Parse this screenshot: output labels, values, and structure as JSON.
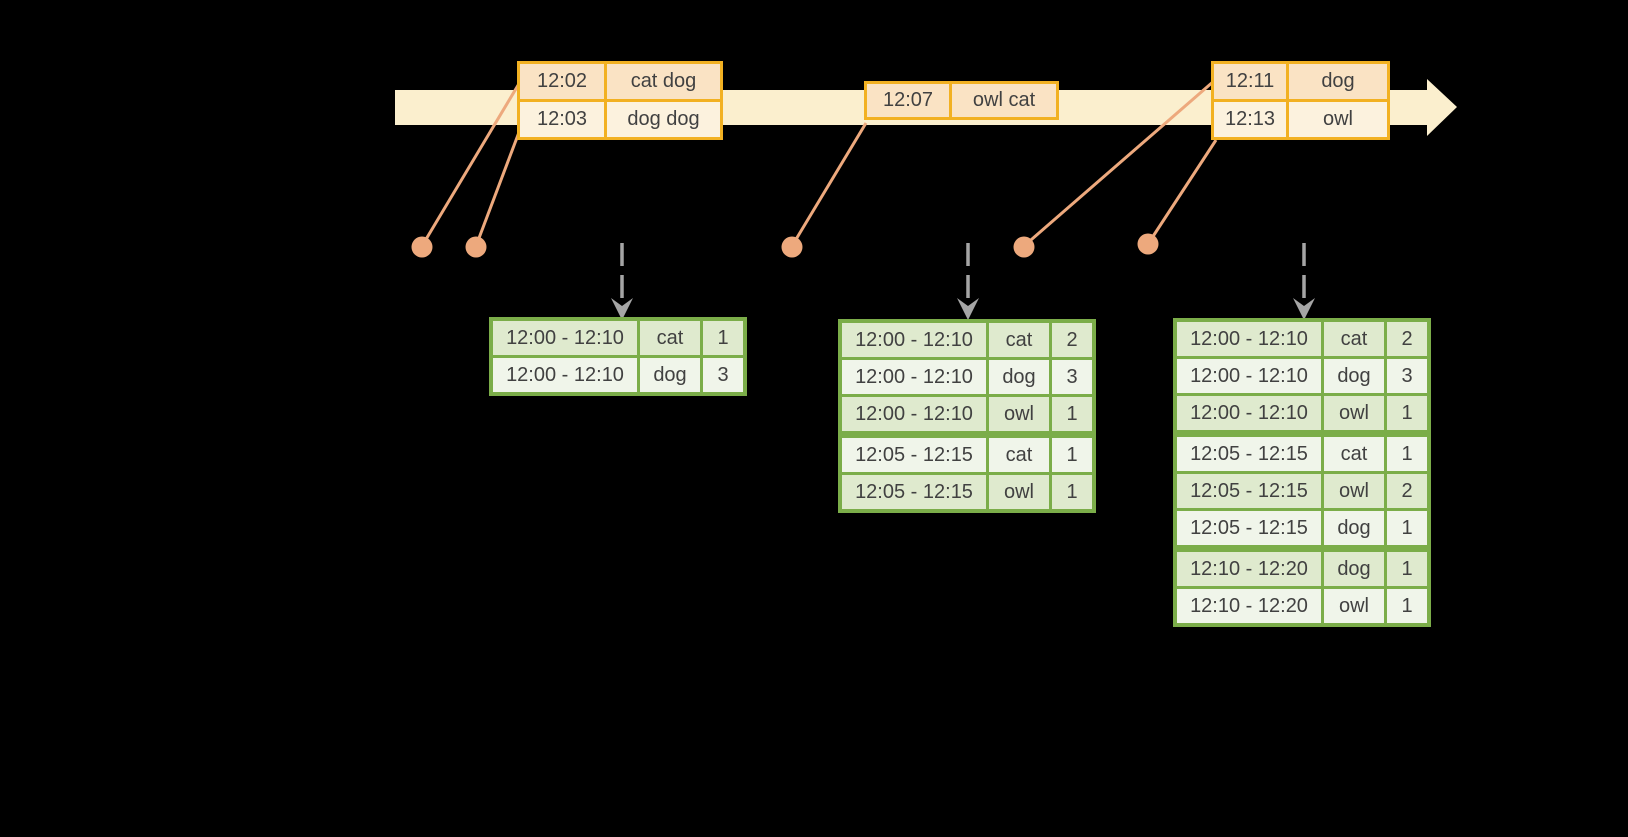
{
  "colors": {
    "background": "#000000",
    "timeline_fill": "#FBEFCE",
    "event_border": "#F2B122",
    "event_row_dark": "#FAE3C4",
    "event_row_light": "#FCF2DE",
    "result_border": "#7BAD49",
    "result_row_dark": "#DFEACE",
    "result_row_light": "#F0F5EA",
    "connector": "#EDA97D",
    "dashed_arrow": "#A5A5A5",
    "text": "#414141"
  },
  "icons": {
    "timeline": "right-arrow-band",
    "trigger": "down-dashed-arrow",
    "event_marker": "orange-dot"
  },
  "event_tables": [
    {
      "rows": [
        {
          "time": "12:02",
          "words": "cat dog"
        },
        {
          "time": "12:03",
          "words": "dog dog"
        }
      ]
    },
    {
      "rows": [
        {
          "time": "12:07",
          "words": "owl cat"
        }
      ]
    },
    {
      "rows": [
        {
          "time": "12:11",
          "words": "dog"
        },
        {
          "time": "12:13",
          "words": "owl"
        }
      ]
    }
  ],
  "result_tables": [
    {
      "rows": [
        {
          "window": "12:00 - 12:10",
          "word": "cat",
          "count": "1"
        },
        {
          "window": "12:00 - 12:10",
          "word": "dog",
          "count": "3"
        }
      ]
    },
    {
      "rows": [
        {
          "window": "12:00 - 12:10",
          "word": "cat",
          "count": "2"
        },
        {
          "window": "12:00 - 12:10",
          "word": "dog",
          "count": "3"
        },
        {
          "window": "12:00 - 12:10",
          "word": "owl",
          "count": "1"
        },
        {
          "window": "12:05 - 12:15",
          "word": "cat",
          "count": "1",
          "group_start": true
        },
        {
          "window": "12:05 - 12:15",
          "word": "owl",
          "count": "1"
        }
      ]
    },
    {
      "rows": [
        {
          "window": "12:00 - 12:10",
          "word": "cat",
          "count": "2"
        },
        {
          "window": "12:00 - 12:10",
          "word": "dog",
          "count": "3"
        },
        {
          "window": "12:00 - 12:10",
          "word": "owl",
          "count": "1"
        },
        {
          "window": "12:05 - 12:15",
          "word": "cat",
          "count": "1",
          "group_start": true
        },
        {
          "window": "12:05 - 12:15",
          "word": "owl",
          "count": "2"
        },
        {
          "window": "12:05 - 12:15",
          "word": "dog",
          "count": "1"
        },
        {
          "window": "12:10 - 12:20",
          "word": "dog",
          "count": "1",
          "group_start": true
        },
        {
          "window": "12:10 - 12:20",
          "word": "owl",
          "count": "1"
        }
      ]
    }
  ]
}
